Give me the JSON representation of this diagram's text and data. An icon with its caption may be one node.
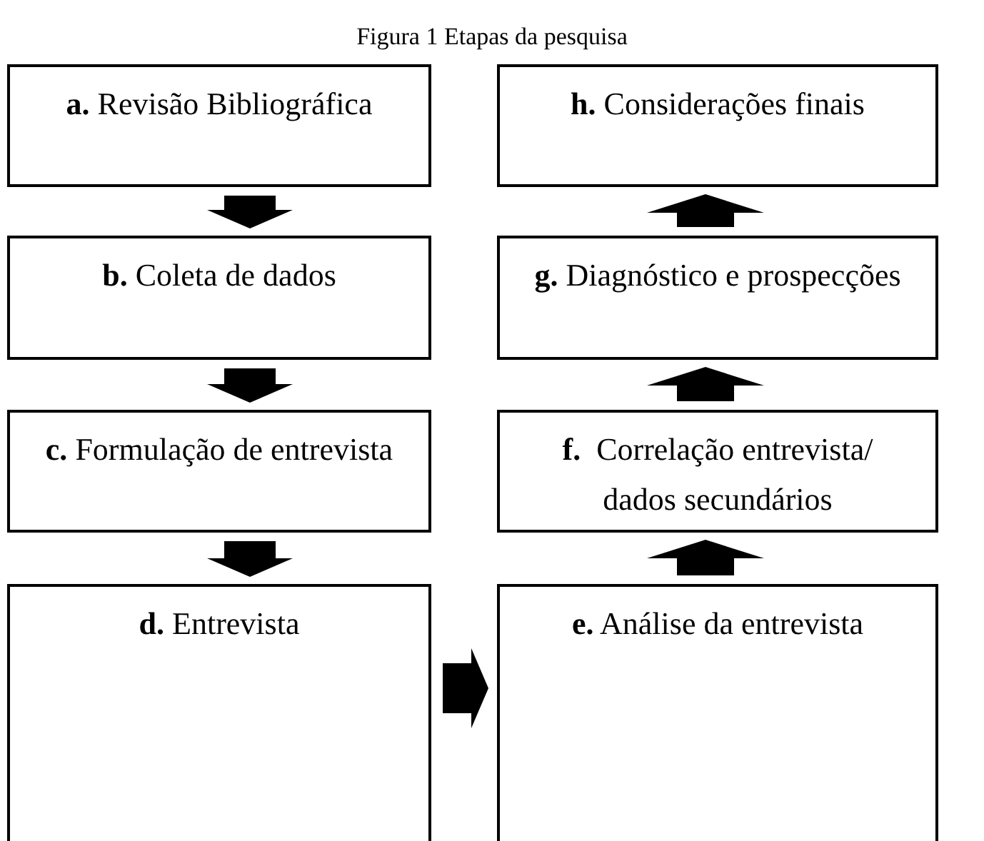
{
  "diagram": {
    "title": "Figura 1 Etapas da pesquisa",
    "nodes": [
      {
        "text": [
          "**a.** Revisão Bibliográfica"
        ]
      },
      {
        "text": [
          "**b.** Coleta de dados"
        ]
      },
      {
        "text": [
          "**c.** Formulação de entrevista"
        ]
      },
      {
        "text": [
          "**d.** Entrevista"
        ]
      },
      {
        "text": [
          "**e.** Análise da entrevista"
        ]
      },
      {
        "text": [
          "**f.**  Correlação entrevista/ dados secundários"
        ]
      },
      {
        "text": [
          "**g.** Diagnóstico e prospecções"
        ]
      },
      {
        "text": [
          "**h.** Considerações finais"
        ]
      }
    ],
    "edges": [
      {
        "from": 0,
        "to": 1,
        "arrow": "to"
      },
      {
        "from": 1,
        "to": 2,
        "arrow": "to"
      },
      {
        "from": 2,
        "to": 3,
        "arrow": "to"
      },
      {
        "from": 3,
        "to": 4,
        "arrow": "to"
      },
      {
        "from": 4,
        "to": 5,
        "arrow": "to"
      },
      {
        "from": 5,
        "to": 6,
        "arrow": "to"
      },
      {
        "from": 6,
        "to": 7,
        "arrow": "to"
      }
    ]
  }
}
